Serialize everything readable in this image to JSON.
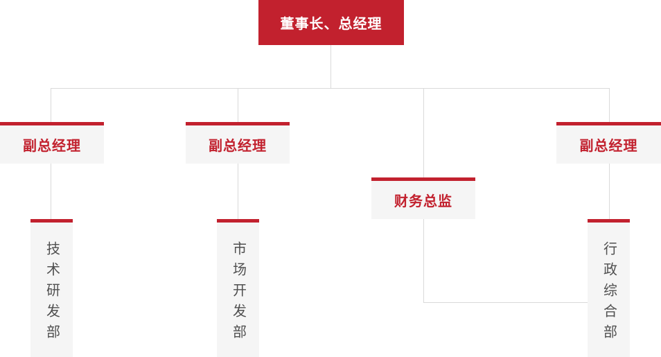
{
  "colors": {
    "primary_red": "#c2212e",
    "node_background": "#f5f5f5",
    "connector_line": "#d9d9d9",
    "root_text": "#ffffff",
    "department_text": "#4f4f4f"
  },
  "org_chart": {
    "nodes": {
      "root": "董事长、总经理",
      "level2": [
        "副总经理",
        "副总经理",
        "财务总监",
        "副总经理"
      ],
      "level3": [
        "技术研发部",
        "市场开发部",
        "行政综合部"
      ]
    },
    "hierarchy": [
      {
        "parent": "董事长、总经理",
        "children": [
          "副总经理",
          "副总经理",
          "财务总监",
          "副总经理"
        ]
      },
      {
        "parent": "副总经理 (left)",
        "children": [
          "技术研发部"
        ]
      },
      {
        "parent": "副总经理 (second)",
        "children": [
          "市场开发部"
        ]
      },
      {
        "parent": "财务总监",
        "children": [
          "行政综合部 (side link)"
        ]
      },
      {
        "parent": "副总经理 (right)",
        "children": [
          "行政综合部"
        ]
      }
    ]
  }
}
